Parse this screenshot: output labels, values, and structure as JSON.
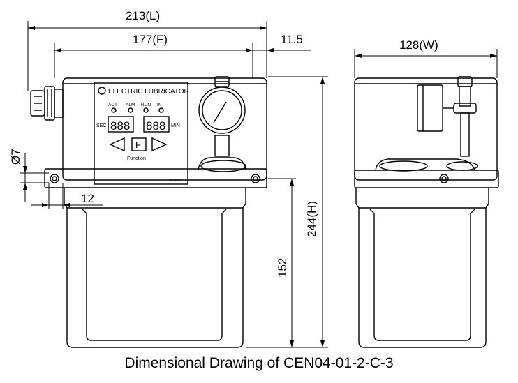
{
  "dimensions": {
    "length": "213(L)",
    "front": "177(F)",
    "offset": "11.5",
    "width": "128(W)",
    "height": "244(H)",
    "tank_height": "152",
    "hole_diameter": "Ø7",
    "hole_spacing": "12"
  },
  "panel": {
    "title": "ELECTRIC LUBRICATOR",
    "indicators": [
      "ACT",
      "ALM",
      "RUN",
      "INT"
    ],
    "left_unit": "SEC",
    "right_unit": "MIN",
    "left_display": "888",
    "right_display": "888",
    "function_key": "F",
    "function_label": "Function",
    "model_tag": "PE90S7R0"
  },
  "caption": "Dimensional Drawing of CEN04-01-2-C-3"
}
